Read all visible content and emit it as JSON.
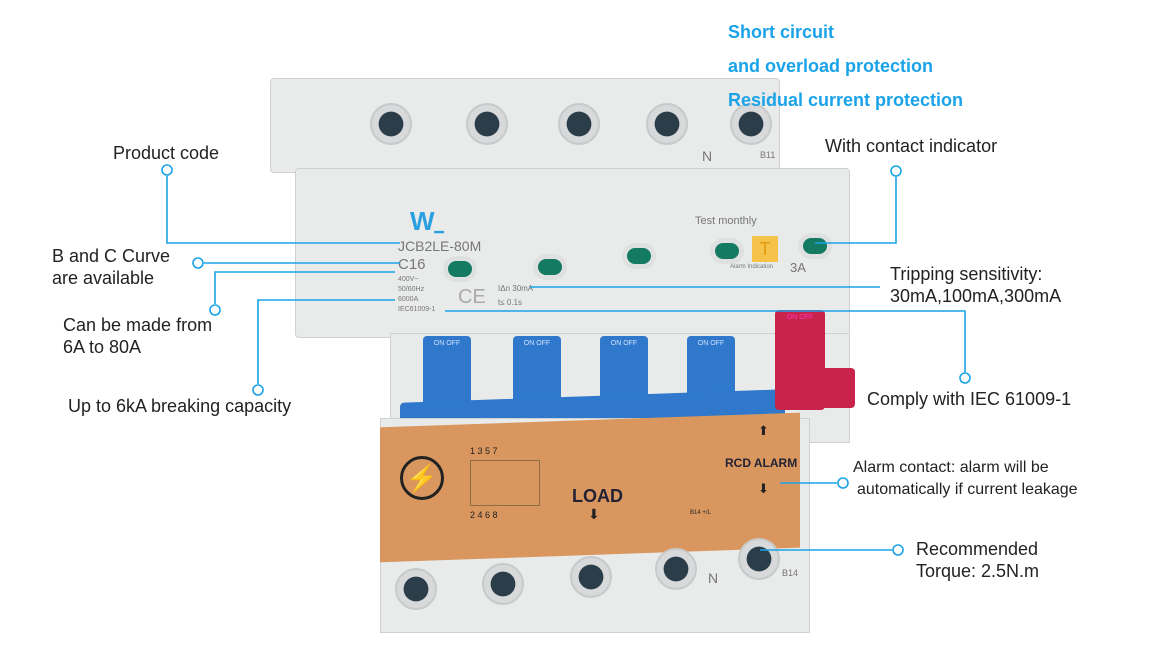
{
  "headline": {
    "line1": "Short circuit",
    "line2": "and overload protection",
    "line3": "Residual current protection"
  },
  "callouts": {
    "product_code": "Product code",
    "curve_1": "B and C Curve",
    "curve_2": "are available",
    "rating_1": "Can be made from",
    "rating_2": "6A to 80A",
    "breaking": "Up to 6kA breaking capacity",
    "contact_indicator": "With contact indicator",
    "tripping_1": "Tripping sensitivity:",
    "tripping_2": "30mA,100mA,300mA",
    "comply": "Comply with IEC 61009-1",
    "alarm_1": "Alarm contact: alarm will be",
    "alarm_2": "automatically if current leakage",
    "torque_1": "Recommended",
    "torque_2": "Torque: 2.5N.m"
  },
  "device": {
    "model": "JCB2LE-80M",
    "curve": "C16",
    "voltage": "400V~",
    "freq": "50/60Hz",
    "capacity": "6000A",
    "standard": "IEC61009-1",
    "idn": "IΔn 30mA",
    "time": "t≤ 0.1s",
    "test": "Test monthly",
    "test_button": "T",
    "alarm_indication": "Alarm Indication",
    "amps": "3A",
    "switch_text": "ON OFF",
    "load": "LOAD",
    "rcd_alarm": "RCD ALARM",
    "top_n": "N",
    "top_code": "B11",
    "bot_n": "N",
    "bot_code": "B14",
    "wiring_top": "1 3 5 7",
    "wiring_bot": "2 4 6 8",
    "aux": "B14 +/L"
  },
  "colors": {
    "accent": "#1aa3e8",
    "blue_switch": "#2f78cc",
    "red_switch": "#c8234a",
    "label": "#d9975f"
  }
}
